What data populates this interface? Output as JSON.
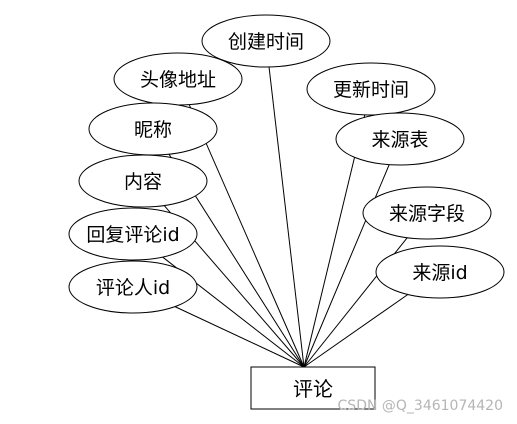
{
  "entity": {
    "label": "评论"
  },
  "attributes": [
    {
      "id": "create-time",
      "label": "创建时间"
    },
    {
      "id": "avatar-url",
      "label": "头像地址"
    },
    {
      "id": "update-time",
      "label": "更新时间"
    },
    {
      "id": "nickname",
      "label": "昵称"
    },
    {
      "id": "source-table",
      "label": "来源表"
    },
    {
      "id": "content",
      "label": "内容"
    },
    {
      "id": "source-field",
      "label": "来源字段"
    },
    {
      "id": "reply-comment-id",
      "label": "回复评论id"
    },
    {
      "id": "source-id",
      "label": "来源id"
    },
    {
      "id": "commenter-id",
      "label": "评论人id"
    }
  ],
  "watermark": "CSDN @Q_3461074420",
  "colors": {
    "stroke": "#000000",
    "background": "#ffffff",
    "watermark": "#b5b5b5"
  }
}
